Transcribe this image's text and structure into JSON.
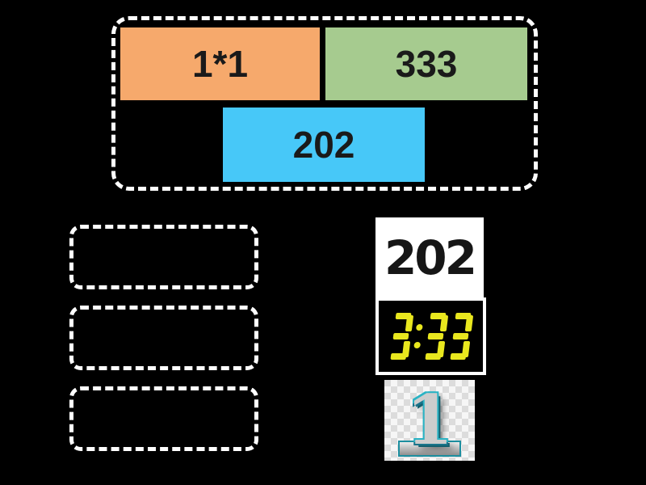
{
  "game": {
    "type": "match-up-drag-drop",
    "colors": {
      "background": "#000000",
      "dashed_border": "#FFFFFF"
    },
    "board": {
      "tiles": [
        {
          "label": "1*1",
          "color": "#F6A96C"
        },
        {
          "label": "333",
          "color": "#A6CB8F"
        },
        {
          "label": "202",
          "color": "#47C8F8"
        }
      ]
    },
    "drop_zones": {
      "count": 3
    },
    "answers": {
      "text_card": {
        "value": "202",
        "bg": "#FFFFFF",
        "text_color": "#161616"
      },
      "clock_card": {
        "time": "3:33",
        "bg": "#000000",
        "digit_color": "#E9E71E",
        "frame_color": "#FFFFFF"
      },
      "number_card": {
        "value": "1",
        "edge_color": "#1D8FA0"
      }
    }
  }
}
